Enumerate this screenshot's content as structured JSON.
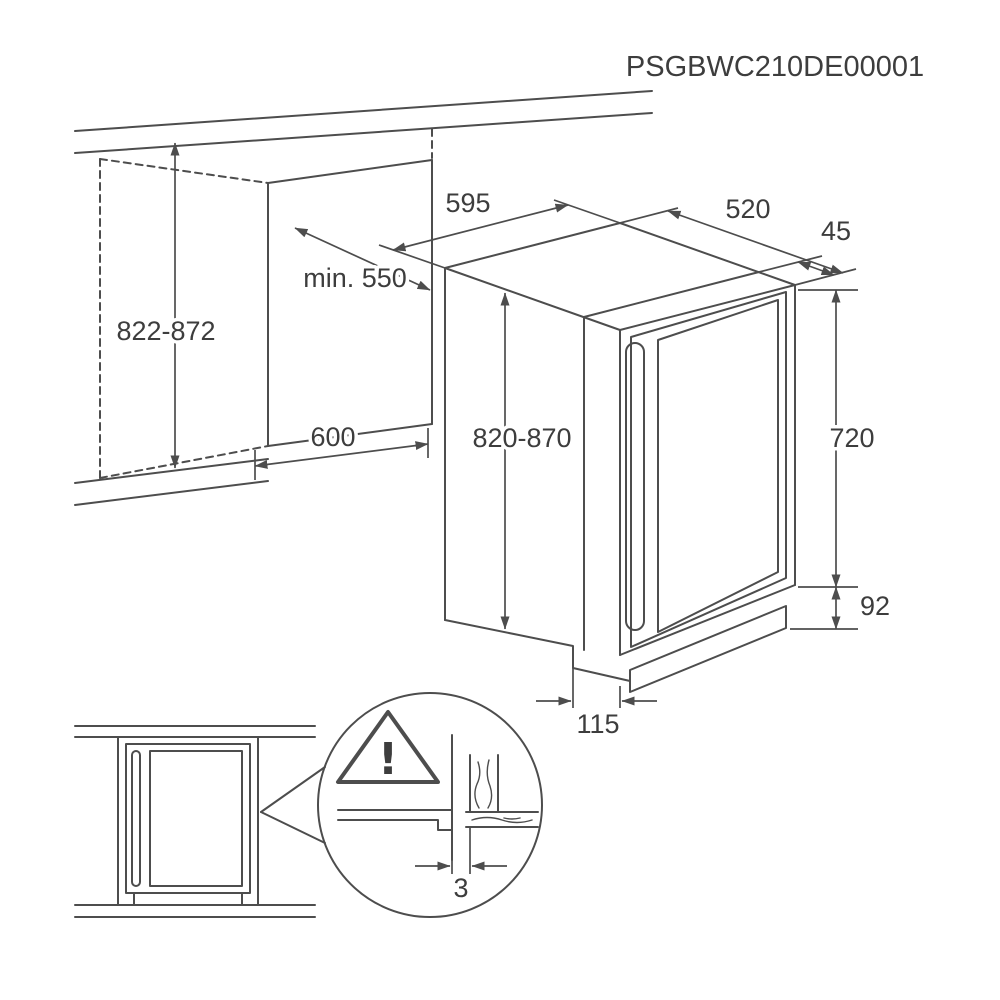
{
  "header": {
    "model_number": "PSGBWC210DE00001"
  },
  "perspective_view": {
    "dims": {
      "niche_height": "822-872",
      "niche_depth_min": "min. 550",
      "niche_width": "600",
      "appliance_width": "595",
      "appliance_depth": "520",
      "door_thickness": "45",
      "appliance_height": "820-870",
      "door_height": "720",
      "plinth_height": "92",
      "plinth_depth": "115"
    }
  },
  "detail_view": {
    "gap": "3",
    "warning_mark": "!"
  },
  "colors": {
    "line": "#4d4d4d",
    "text": "#3d3d3d",
    "background": "#ffffff"
  }
}
